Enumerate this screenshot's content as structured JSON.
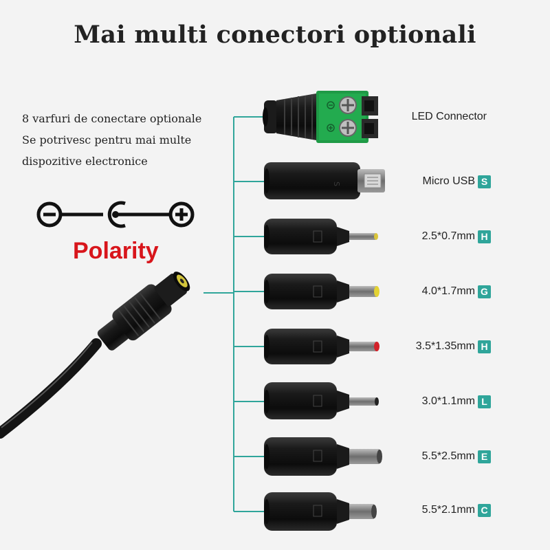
{
  "title": "Mai multi conectori optionali",
  "description": [
    "8 varfuri de conectare optionale",
    "Se potrivesc pentru mai multe",
    "dispozitive electronice"
  ],
  "polarity_label": "Polarity",
  "colors": {
    "line": "#2fa59a",
    "badge": "#2fa59a",
    "polarity": "#d8151b"
  },
  "connectors": [
    {
      "label": "LED Connector",
      "badge": ""
    },
    {
      "label": "Micro USB",
      "badge": "S"
    },
    {
      "label": "2.5*0.7mm",
      "badge": "H"
    },
    {
      "label": "4.0*1.7mm",
      "badge": "G"
    },
    {
      "label": "3.5*1.35mm",
      "badge": "H"
    },
    {
      "label": "3.0*1.1mm",
      "badge": "L"
    },
    {
      "label": "5.5*2.5mm",
      "badge": "E"
    },
    {
      "label": "5.5*2.1mm",
      "badge": "C"
    }
  ]
}
